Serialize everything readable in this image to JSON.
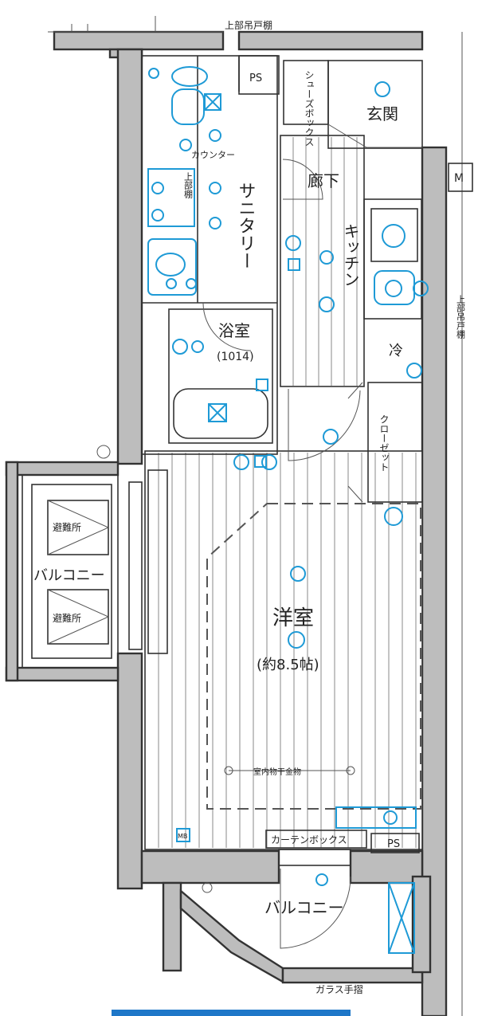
{
  "labels": {
    "ceiling_storage_top": "上部吊戸棚",
    "ceiling_storage_right": "上部吊戸棚",
    "ps_top": "PS",
    "ps_bottom": "PS",
    "shoe_box": "シューズボックス",
    "entrance": "玄関",
    "counter": "カウンター",
    "sanitary": "サニタリー",
    "upper_shelf": "上部棚",
    "hallway": "廊下",
    "kitchen": "キッチン",
    "bath": "浴室",
    "bath_size": "(1014)",
    "fridge": "冷",
    "closet": "クローゼット",
    "evac_upper": "避難所",
    "evac_lower": "避難所",
    "balcony_left": "バルコニー",
    "western_room": "洋室",
    "room_size": "(約8.5帖)",
    "indoor_dryer": "室内物干金物",
    "curtain_box": "カーテンボックス",
    "balcony_bottom": "バルコニー",
    "glass_railing": "ガラス手摺",
    "m_mark": "M",
    "mb": "MB"
  },
  "colors": {
    "wall": "#bdbdbd",
    "lines": "#333333",
    "fixtures": "#1e9ad6",
    "bottom_bar": "#1e77c8"
  }
}
